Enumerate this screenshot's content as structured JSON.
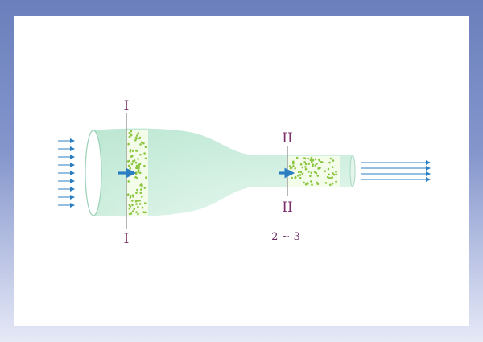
{
  "section_labels": {
    "left_top": "I",
    "left_bottom": "I",
    "right_top": "II",
    "right_bottom": "II"
  },
  "note": "2 ~ 3",
  "colors": {
    "frame": "#6a7fbc",
    "tube_fill": "#cdeee0",
    "slab_fill": "#f3fbe9",
    "particles": "#8cc640",
    "arrows": "#2b7ec1",
    "labels": "#7a2d6a"
  }
}
